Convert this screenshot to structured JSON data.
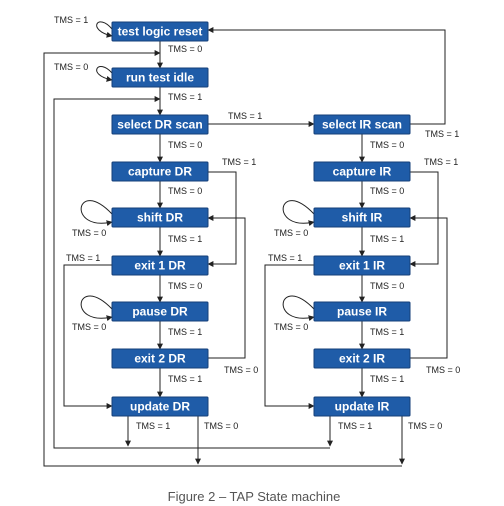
{
  "diagram": {
    "caption": "Figure 2 – TAP State machine",
    "colors": {
      "state_fill": "#1f5ca8",
      "state_border": "#153f78",
      "state_text": "#ffffff",
      "wire": "#222222"
    },
    "states": {
      "test_logic_reset": "test logic reset",
      "run_test_idle": "run test idle",
      "select_dr_scan": "select DR scan",
      "select_ir_scan": "select IR scan",
      "capture_dr": "capture DR",
      "capture_ir": "capture IR",
      "shift_dr": "shift DR",
      "shift_ir": "shift IR",
      "exit1_dr": "exit 1 DR",
      "exit1_ir": "exit 1 IR",
      "pause_dr": "pause DR",
      "pause_ir": "pause IR",
      "exit2_dr": "exit 2 DR",
      "exit2_ir": "exit 2 IR",
      "update_dr": "update DR",
      "update_ir": "update IR"
    },
    "labels": {
      "tms0": "TMS = 0",
      "tms1": "TMS = 1"
    }
  }
}
